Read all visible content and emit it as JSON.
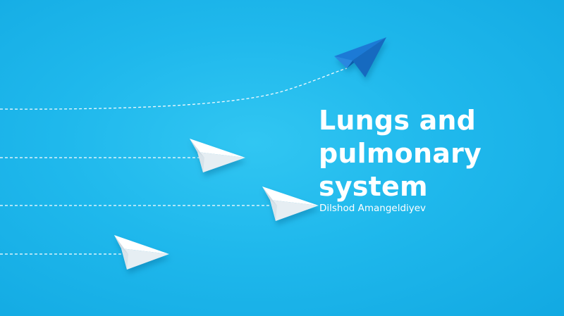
{
  "slide": {
    "title_lines": [
      "Lungs and",
      "pulmonary",
      "system"
    ],
    "subtitle": "Dilshod Amangeldiyev"
  },
  "colors": {
    "background": "#1fb8ec",
    "text": "#ffffff",
    "lead_plane": "#1a6fc9",
    "white_plane": "#ffffff",
    "trail": "#ffffff"
  },
  "illustration": {
    "lead_plane_icon": "paper-plane-icon",
    "white_plane_icon": "paper-plane-icon",
    "white_plane_count": 3
  }
}
